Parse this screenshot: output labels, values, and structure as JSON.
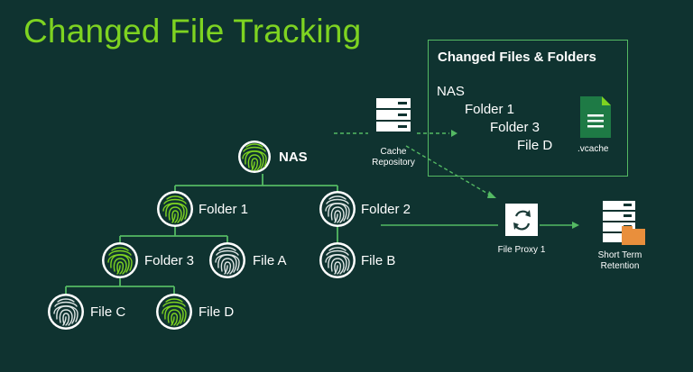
{
  "title": "Changed File Tracking",
  "colors": {
    "background": "#0f3330",
    "accent_green": "#7ed321",
    "line_green": "#54b963",
    "white": "#ffffff",
    "orange": "#e98f3c"
  },
  "panel": {
    "title": "Changed Files & Folders",
    "tree": [
      "NAS",
      "Folder 1",
      "Folder 3",
      "File D"
    ],
    "file_label": ".vcache",
    "file_icon": "document-icon"
  },
  "nodes": {
    "nas": "NAS",
    "folder1": "Folder 1",
    "folder2": "Folder 2",
    "folder3": "Folder 3",
    "fileA": "File A",
    "fileB": "File B",
    "fileC": "File C",
    "fileD": "File D"
  },
  "components": {
    "cache_repository": "Cache Repository",
    "file_proxy": "File Proxy 1",
    "short_term_retention": "Short Term Retention"
  },
  "icons": {
    "fingerprint": "fingerprint-icon",
    "server": "server-icon",
    "sync": "sync-icon",
    "storage": "storage-icon"
  }
}
